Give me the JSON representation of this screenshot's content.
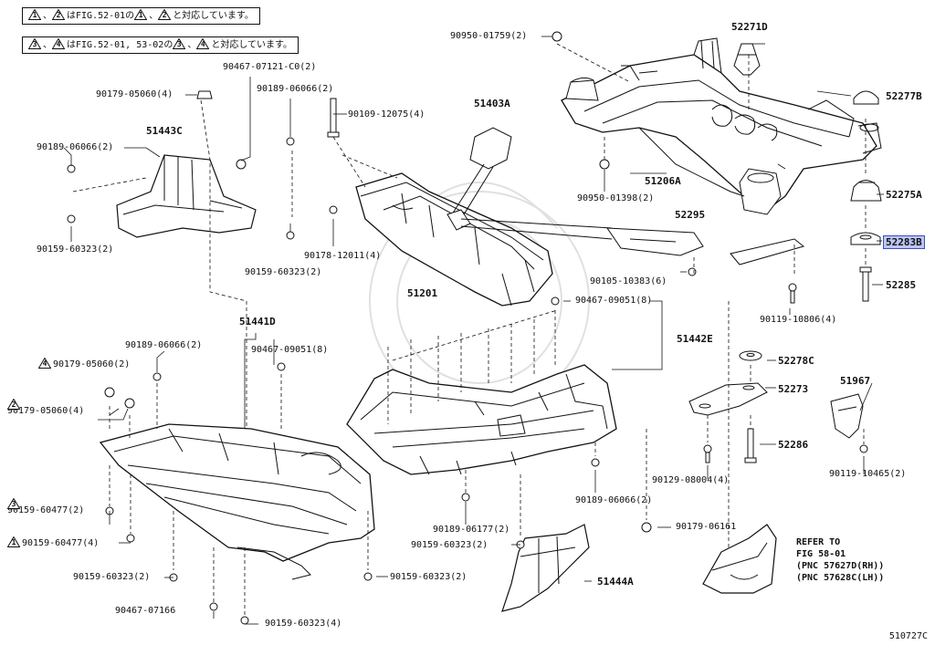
{
  "notes": [
    {
      "parts": [
        {
          "mark": "1"
        },
        {
          "text": "、"
        },
        {
          "mark": "2"
        },
        {
          "text": "はFIG.52-01の"
        },
        {
          "mark": "1"
        },
        {
          "text": "、"
        },
        {
          "mark": "2"
        },
        {
          "text": "と対応しています。"
        }
      ]
    },
    {
      "parts": [
        {
          "mark": "3"
        },
        {
          "text": "、"
        },
        {
          "mark": "4"
        },
        {
          "text": "はFIG.52-01, 53-02の"
        },
        {
          "mark": "3"
        },
        {
          "text": "、"
        },
        {
          "mark": "4"
        },
        {
          "text": "と対応しています。"
        }
      ]
    }
  ],
  "part_labels": [
    {
      "id": "51443C",
      "text": "51443C"
    },
    {
      "id": "51403A",
      "text": "51403A"
    },
    {
      "id": "51201",
      "text": "51201"
    },
    {
      "id": "51206A",
      "text": "51206A"
    },
    {
      "id": "52271D",
      "text": "52271D"
    },
    {
      "id": "52277B",
      "text": "52277B"
    },
    {
      "id": "52275A",
      "text": "52275A"
    },
    {
      "id": "52283B",
      "text": "52283B",
      "highlighted": true
    },
    {
      "id": "52285",
      "text": "52285"
    },
    {
      "id": "52295",
      "text": "52295"
    },
    {
      "id": "51441D",
      "text": "51441D"
    },
    {
      "id": "51442E",
      "text": "51442E"
    },
    {
      "id": "52278C",
      "text": "52278C"
    },
    {
      "id": "52273",
      "text": "52273"
    },
    {
      "id": "51967",
      "text": "51967"
    },
    {
      "id": "52286",
      "text": "52286"
    },
    {
      "id": "51444A",
      "text": "51444A"
    }
  ],
  "fastener_labels": [
    {
      "id": "f1",
      "text": "90950-01759(2)"
    },
    {
      "id": "f2",
      "text": "90467-07121-C0(2)"
    },
    {
      "id": "f3",
      "text": "90179-05060(4)"
    },
    {
      "id": "f4",
      "text": "90189-06066(2)"
    },
    {
      "id": "f5",
      "text": "90109-12075(4)"
    },
    {
      "id": "f6",
      "text": "90189-06066(2)"
    },
    {
      "id": "f7",
      "text": "90159-60323(2)"
    },
    {
      "id": "f8",
      "text": "90178-12011(4)"
    },
    {
      "id": "f9",
      "text": "90159-60323(2)"
    },
    {
      "id": "f10",
      "text": "90950-01398(2)"
    },
    {
      "id": "f11",
      "text": "90105-10383(6)"
    },
    {
      "id": "f12",
      "text": "90467-09051(8)"
    },
    {
      "id": "f13",
      "text": "90119-10806(4)"
    },
    {
      "id": "f14",
      "text": "90189-06066(2)"
    },
    {
      "id": "f15",
      "text": "90467-09051(8)"
    },
    {
      "id": "f16",
      "text": "90179-05060(2)",
      "mark": "4"
    },
    {
      "id": "f17",
      "text": "90179-05060(4)",
      "mark": "2",
      "mark_above": true
    },
    {
      "id": "f18",
      "text": "90159-60477(2)",
      "mark": "3",
      "mark_above": true
    },
    {
      "id": "f19",
      "text": "90159-60477(4)",
      "mark": "1"
    },
    {
      "id": "f20",
      "text": "90159-60323(2)"
    },
    {
      "id": "f21",
      "text": "90467-07166"
    },
    {
      "id": "f22",
      "text": "90159-60323(4)"
    },
    {
      "id": "f23",
      "text": "90159-60323(2)"
    },
    {
      "id": "f24",
      "text": "90189-06177(2)"
    },
    {
      "id": "f25",
      "text": "90159-60323(2)"
    },
    {
      "id": "f26",
      "text": "90189-06066(2)"
    },
    {
      "id": "f27",
      "text": "90179-06161"
    },
    {
      "id": "f28",
      "text": "90129-08004(4)"
    },
    {
      "id": "f29",
      "text": "90119-10465(2)"
    }
  ],
  "refer": {
    "lines": [
      "REFER TO",
      "FIG 58-01",
      "(PNC 57627D(RH))",
      "(PNC 57628C(LH))"
    ]
  },
  "figure_code": "510727C",
  "colors": {
    "ink": "#111111",
    "highlight_fill": "#bcc6f2",
    "highlight_border": "#3b4fc4"
  }
}
